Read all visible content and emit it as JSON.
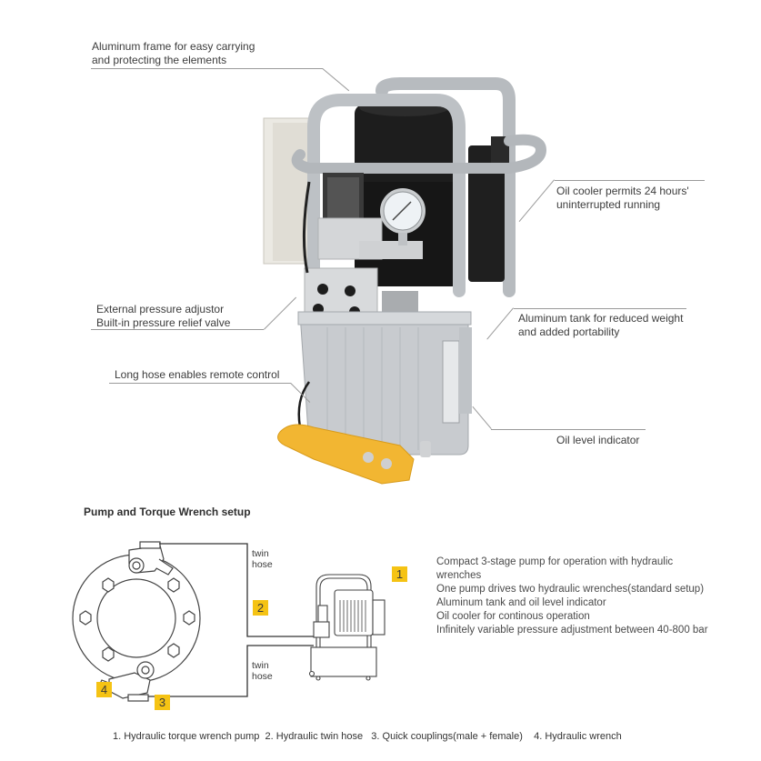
{
  "product_photo": {
    "callouts": [
      {
        "id": "frame",
        "lines": [
          "Aluminum frame for easy carrying",
          "and protecting the elements"
        ]
      },
      {
        "id": "cooler",
        "lines": [
          "Oil cooler permits 24 hours'",
          "uninterrupted running"
        ]
      },
      {
        "id": "pressure",
        "lines": [
          "External pressure adjustor",
          "Built-in pressure relief valve"
        ]
      },
      {
        "id": "tank",
        "lines": [
          "Aluminum tank for reduced weight",
          "and added portability"
        ]
      },
      {
        "id": "hose",
        "lines": [
          "Long hose enables remote control"
        ]
      },
      {
        "id": "oil-level",
        "lines": [
          "Oil level indicator"
        ]
      }
    ],
    "colors": {
      "frame": "#b8bcc0",
      "motor": "#1e1e1e",
      "tank": "#c9ccd0",
      "control_box": "#e8e6e0",
      "remote": "#f2b632"
    }
  },
  "setup": {
    "title": "Pump and Torque Wrench setup",
    "hose_label_top": [
      "twin",
      "hose"
    ],
    "hose_label_bottom": [
      "twin",
      "hose"
    ],
    "badges": [
      "1",
      "2",
      "3",
      "4"
    ],
    "badge_color": "#f5c314",
    "features": [
      "Compact 3-stage pump for operation with hydraulic wrenches",
      "One pump drives two hydraulic wrenches(standard setup)",
      "Aluminum tank and oil level indicator",
      "Oil cooler for continous operation",
      "Infinitely variable pressure adjustment between 40-800 bar"
    ],
    "legend": "1. Hydraulic torque wrench pump  2. Hydraulic twin hose   3. Quick couplings(male + female)    4. Hydraulic wrench"
  }
}
